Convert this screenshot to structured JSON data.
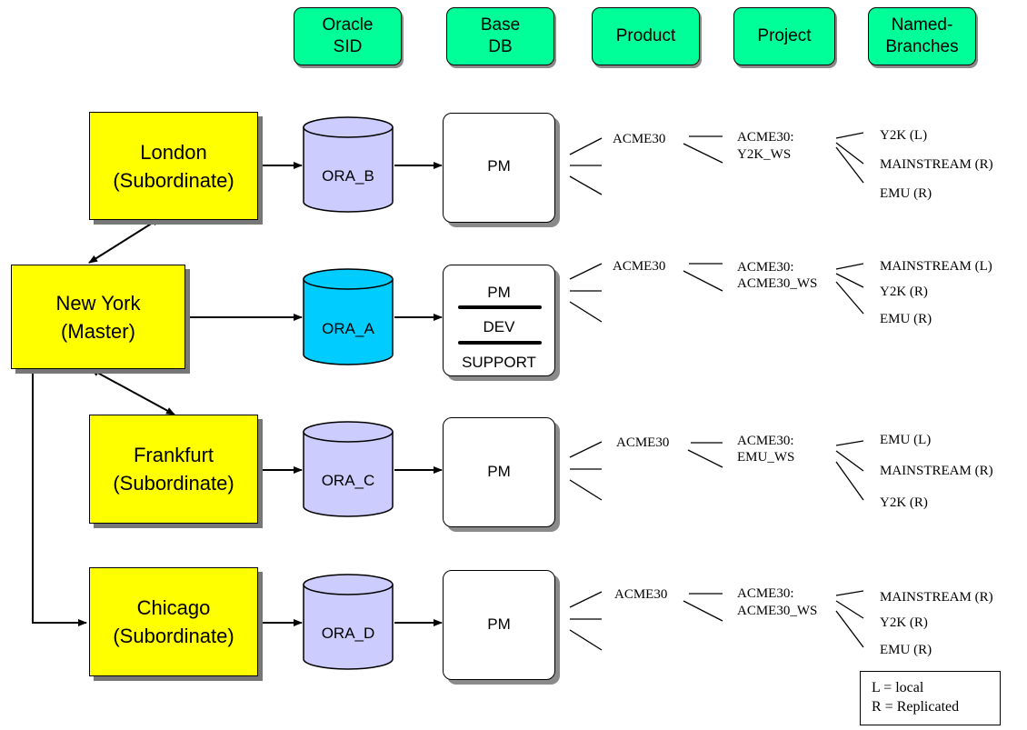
{
  "headers": {
    "oracle_sid": "Oracle\nSID",
    "base_db": "Base\nDB",
    "product": "Product",
    "project": "Project",
    "named_branches": "Named-\nBranches"
  },
  "sites": {
    "london": "London\n(Subordinate)",
    "newyork": "New York\n(Master)",
    "frankfurt": "Frankfurt\n(Subordinate)",
    "chicago": "Chicago\n(Subordinate)"
  },
  "databases": {
    "london": "ORA_B",
    "newyork": "ORA_A",
    "frankfurt": "ORA_C",
    "chicago": "ORA_D"
  },
  "base_db": {
    "london": "PM",
    "newyork": [
      "PM",
      "DEV",
      "SUPPORT"
    ],
    "frankfurt": "PM",
    "chicago": "PM"
  },
  "rows": [
    {
      "product": "ACME30",
      "project_line1": "ACME30:",
      "project_line2": "Y2K_WS",
      "branches": [
        "Y2K (L)",
        "MAINSTREAM (R)",
        "EMU (R)"
      ]
    },
    {
      "product": "ACME30",
      "project_line1": "ACME30:",
      "project_line2": "ACME30_WS",
      "branches": [
        "MAINSTREAM (L)",
        "Y2K (R)",
        "EMU (R)"
      ]
    },
    {
      "product": "ACME30",
      "project_line1": "ACME30:",
      "project_line2": "EMU_WS",
      "branches": [
        "EMU (L)",
        "MAINSTREAM (R)",
        "Y2K (R)"
      ]
    },
    {
      "product": "ACME30",
      "project_line1": "ACME30:",
      "project_line2": "ACME30_WS",
      "branches": [
        "MAINSTREAM (R)",
        "Y2K (R)",
        "EMU (R)"
      ]
    }
  ],
  "legend": {
    "line1": "L = local",
    "line2": "R = Replicated"
  },
  "colors": {
    "header_fill": "#00ff99",
    "site_fill": "#ffff00",
    "master_db_fill": "#00ccff",
    "subordinate_db_fill": "#ccccff"
  }
}
